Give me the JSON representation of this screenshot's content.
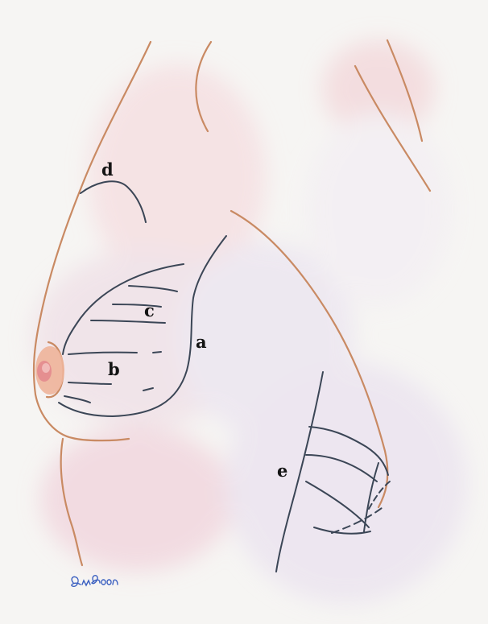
{
  "figure": {
    "labels": {
      "a": "a",
      "b": "b",
      "c": "c",
      "d": "d",
      "e": "e"
    },
    "signature": "AnBoon"
  },
  "colors": {
    "paper": "#f6f5f3",
    "skin_outline": "#c98a63",
    "ink_lines": "#3d4a5a",
    "areola": "#e9a38a",
    "nipple": "#e2a0a2",
    "wash_pink": "#f1d3d8",
    "wash_lavender": "#e7e0ee",
    "signature": "#3a5fc0"
  }
}
